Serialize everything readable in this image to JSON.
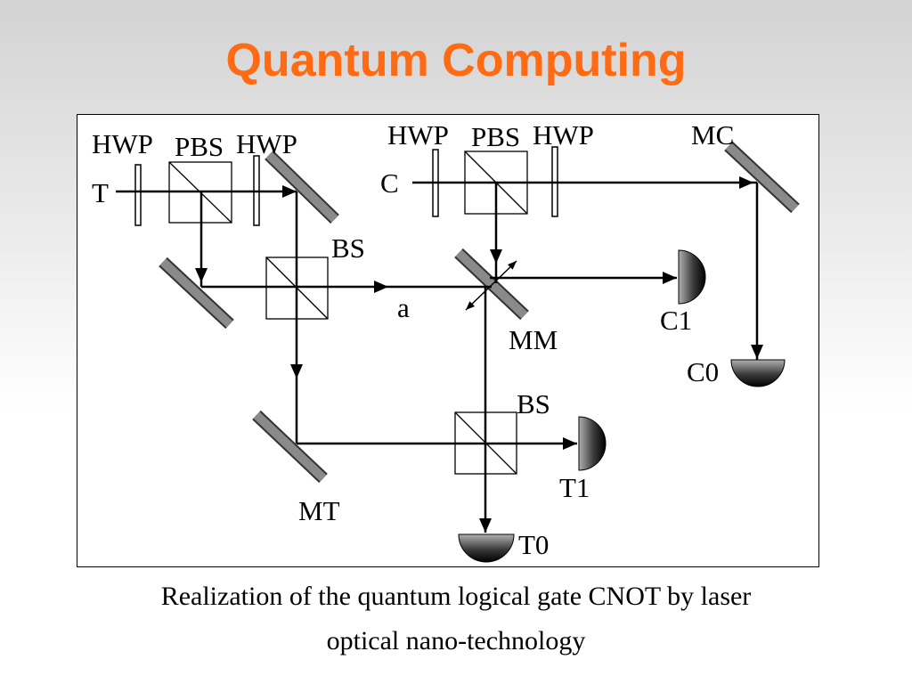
{
  "title": "Quantum Computing",
  "diagram": {
    "labels": {
      "hwp_t_left": "HWP",
      "pbs_t": "PBS",
      "hwp_t_right": "HWP",
      "input_t": "T",
      "hwp_c_left": "HWP",
      "pbs_c": "PBS",
      "hwp_c_right": "HWP",
      "input_c": "C",
      "mirror_mc": "MC",
      "bs_top": "BS",
      "path_a": "a",
      "mirror_mm": "MM",
      "detector_c1": "C1",
      "detector_c0": "C0",
      "bs_bottom": "BS",
      "detector_t1": "T1",
      "mirror_mt": "MT",
      "detector_t0": "T0"
    }
  },
  "caption": {
    "line1": "Realization of the quantum logical gate CNOT by laser",
    "line2": "optical nano-technology"
  },
  "colors": {
    "title": "#ff6a13",
    "mirror": "#8a8a8a",
    "beam": "#000000"
  }
}
